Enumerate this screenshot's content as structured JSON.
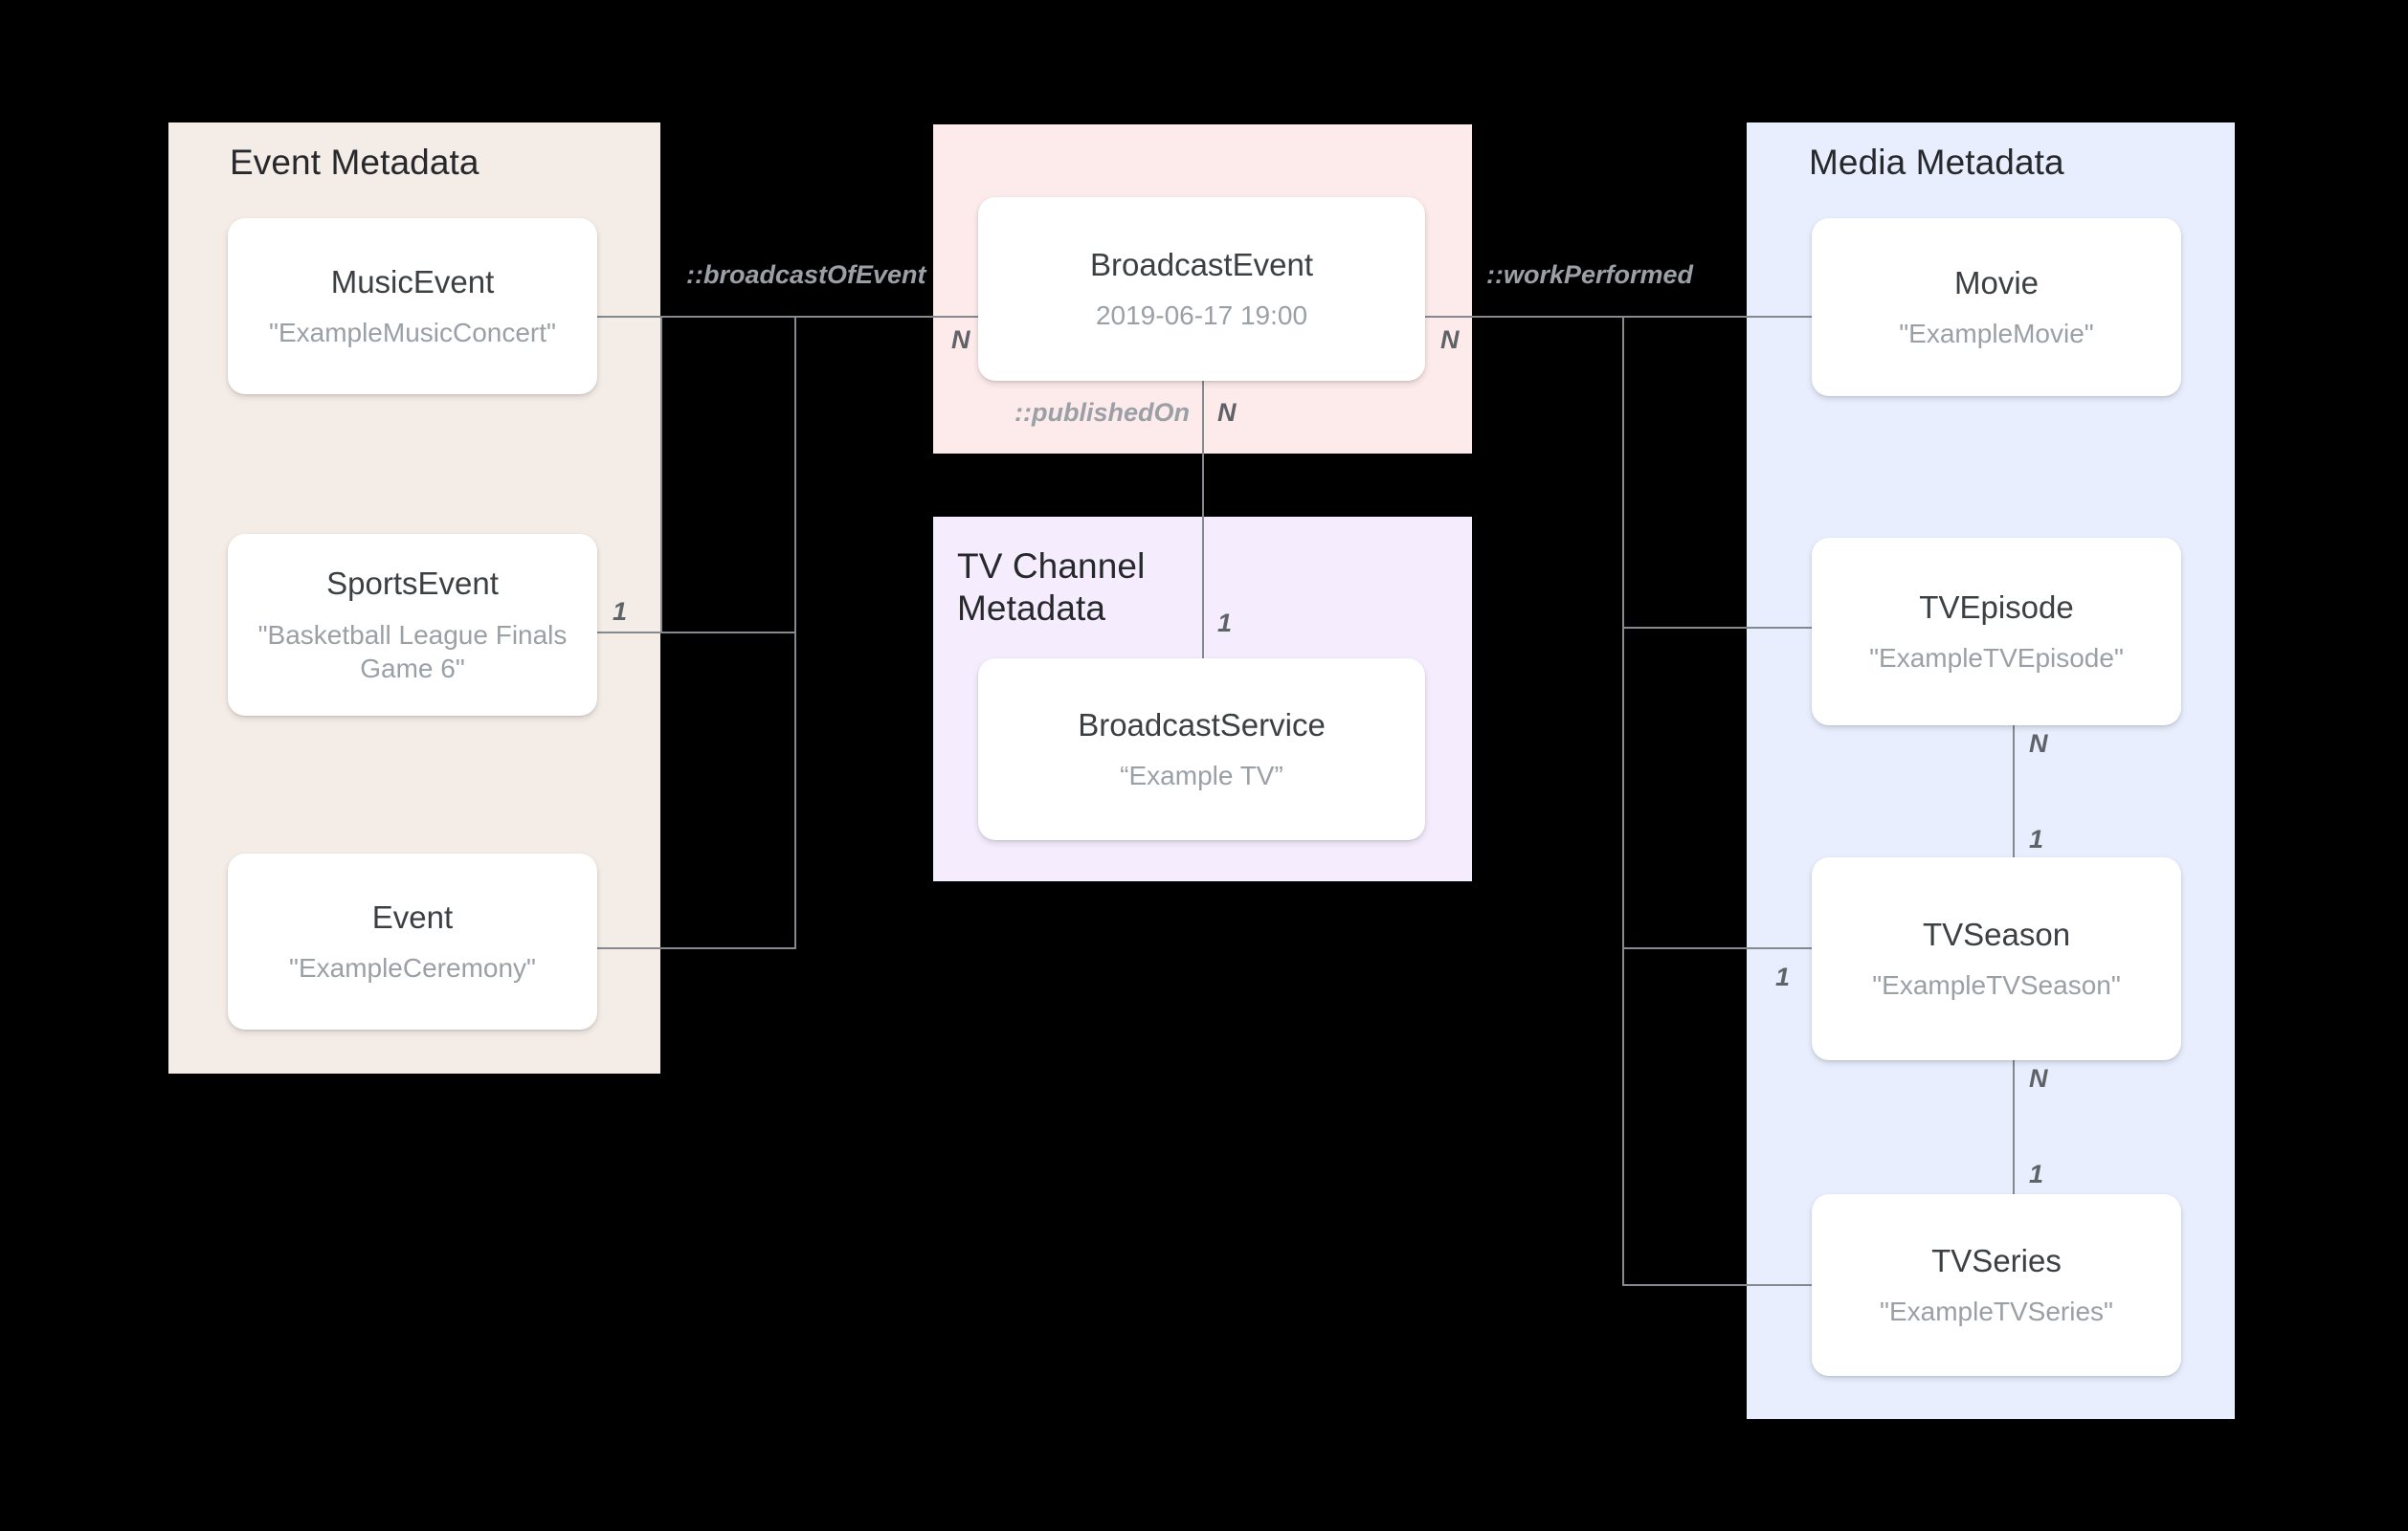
{
  "diagram": {
    "type": "entity-relationship",
    "background": "#000000",
    "groups": [
      {
        "id": "event-metadata",
        "title": "Event Metadata",
        "color": "#f4ece7",
        "nodes": [
          {
            "id": "music-event",
            "title": "MusicEvent",
            "value": "\"ExampleMusicConcert\""
          },
          {
            "id": "sports-event",
            "title": "SportsEvent",
            "value": "\"Basketball League Finals Game 6\""
          },
          {
            "id": "event",
            "title": "Event",
            "value": "\"ExampleCeremony\""
          }
        ]
      },
      {
        "id": "broadcast-event-group",
        "title": "",
        "color": "#fdeaea",
        "nodes": [
          {
            "id": "broadcast-event",
            "title": "BroadcastEvent",
            "value": "2019-06-17 19:00"
          }
        ]
      },
      {
        "id": "tv-channel-metadata",
        "title": "TV Channel\nMetadata",
        "color": "#f5edfd",
        "nodes": [
          {
            "id": "broadcast-service",
            "title": "BroadcastService",
            "value": "“Example TV”"
          }
        ]
      },
      {
        "id": "media-metadata",
        "title": "Media Metadata",
        "color": "#e8eefd",
        "nodes": [
          {
            "id": "movie",
            "title": "Movie",
            "value": "\"ExampleMovie\""
          },
          {
            "id": "tv-episode",
            "title": "TVEpisode",
            "value": "\"ExampleTVEpisode\""
          },
          {
            "id": "tv-season",
            "title": "TVSeason",
            "value": "\"ExampleTVSeason\""
          },
          {
            "id": "tv-series",
            "title": "TVSeries",
            "value": "\"ExampleTVSeries\""
          }
        ]
      }
    ],
    "relationships": [
      {
        "id": "broadcast-of-event",
        "label": "::broadcastOfEvent"
      },
      {
        "id": "work-performed",
        "label": "::workPerformed"
      },
      {
        "id": "published-on",
        "label": "::publishedOn"
      }
    ],
    "cardinalities": {
      "broadcast_event_left": "N",
      "broadcast_event_right": "N",
      "published_on_n": "N",
      "broadcast_service_1": "1",
      "sports_event_1": "1",
      "tv_episode_n": "N",
      "tv_season_1_top": "1",
      "tv_season_n": "N",
      "tv_series_1": "1",
      "tv_season_left_1": "1"
    },
    "colors": {
      "edge": "#868a8e",
      "node_bg": "#ffffff",
      "node_title": "#3c4043",
      "node_value": "#9aa0a6",
      "label": "#9aa0a6",
      "cardinality": "#5f6368"
    }
  }
}
